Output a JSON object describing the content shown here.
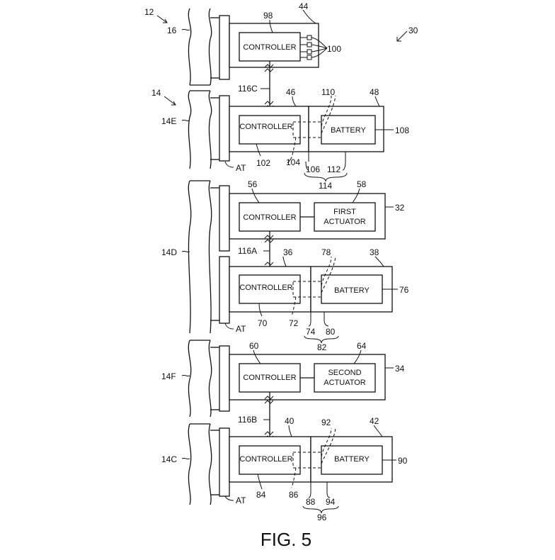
{
  "figure": {
    "caption": "FIG. 5"
  },
  "labels": {
    "controller": "CONTROLLER",
    "battery": "BATTERY",
    "first_actuator_line1": "FIRST",
    "first_actuator_line2": "ACTUATOR",
    "second_actuator_line1": "SECOND",
    "second_actuator_line2": "ACTUATOR"
  },
  "refs": {
    "r12": "12",
    "r16": "16",
    "r98": "98",
    "r44": "44",
    "r30": "30",
    "r100": "100",
    "r14": "14",
    "r14E": "14E",
    "r116C": "116C",
    "r46": "46",
    "r110": "110",
    "r48": "48",
    "r108": "108",
    "r102": "102",
    "r104": "104",
    "r106": "106",
    "r112": "112",
    "r114": "114",
    "atE": "AT",
    "r56": "56",
    "r58": "58",
    "r32": "32",
    "r14D": "14D",
    "r116A": "116A",
    "r36": "36",
    "r78": "78",
    "r38": "38",
    "r76": "76",
    "r70": "70",
    "r72": "72",
    "r74": "74",
    "r80": "80",
    "r82": "82",
    "atD": "AT",
    "r60": "60",
    "r64": "64",
    "r34": "34",
    "r14F": "14F",
    "r116B": "116B",
    "r40": "40",
    "r92": "92",
    "r42": "42",
    "r90": "90",
    "r14C": "14C",
    "r84": "84",
    "r86": "86",
    "r88": "88",
    "r94": "94",
    "r96": "96",
    "atC": "AT"
  }
}
